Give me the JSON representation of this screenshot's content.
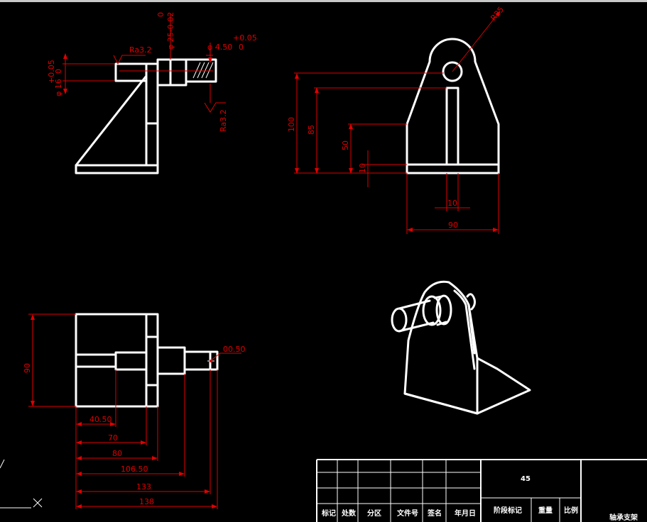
{
  "dimensions": {
    "tol_plus_005_a": "+0.05",
    "tol_zero_a": "0",
    "dia_16": "φ 16",
    "ra_a": "Ra3.2",
    "tol_zero_b": "0",
    "dia_25": "φ 25-0.02",
    "tol_plus_005_b": "+0.05",
    "dia_450": "φ 4.50",
    "tol_zero_c": "0",
    "ra_b": "Ra3.2",
    "r25": "R25",
    "d100": "100",
    "d85": "85",
    "d50": "50",
    "d10": "10",
    "d10b": "10",
    "d90b": "90",
    "d90c": "90",
    "d0050": "00.50",
    "d4050": "40.50",
    "d70": "70",
    "d80": "80",
    "d10650": "106.50",
    "d133": "133",
    "d138": "138"
  },
  "title_block": {
    "material": "45",
    "stage_mark": "阶段标记",
    "weight": "重量",
    "scale": "比例",
    "part_name": "轴承支架",
    "header_cells": [
      "标记",
      "处数",
      "分区",
      "文件号",
      "签名",
      "年月日"
    ]
  },
  "colors": {
    "background": "#000000",
    "geometry": "#ffffff",
    "dimension": "#e00000"
  }
}
